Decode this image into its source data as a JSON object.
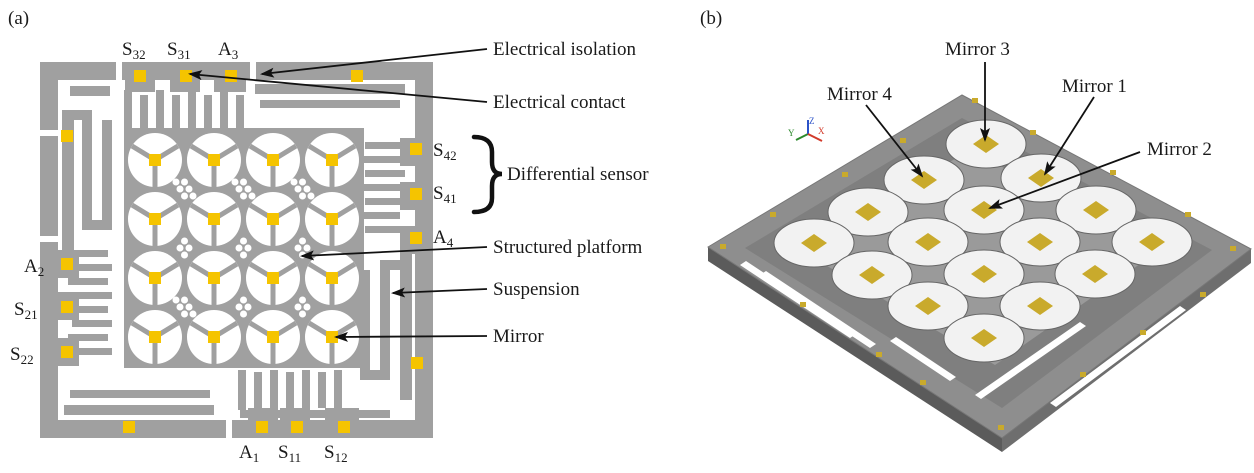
{
  "panel_a": {
    "caption": "(a)",
    "pads": {
      "S32": {
        "main": "S",
        "sub": "32"
      },
      "S31": {
        "main": "S",
        "sub": "31"
      },
      "A3": {
        "main": "A",
        "sub": "3"
      },
      "S42": {
        "main": "S",
        "sub": "42"
      },
      "S41": {
        "main": "S",
        "sub": "41"
      },
      "A4": {
        "main": "A",
        "sub": "4"
      },
      "A2": {
        "main": "A",
        "sub": "2"
      },
      "S21": {
        "main": "S",
        "sub": "21"
      },
      "S22": {
        "main": "S",
        "sub": "22"
      },
      "A1": {
        "main": "A",
        "sub": "1"
      },
      "S11": {
        "main": "S",
        "sub": "11"
      },
      "S12": {
        "main": "S",
        "sub": "12"
      }
    },
    "annotations": {
      "electrical_isolation": "Electrical isolation",
      "electrical_contact": "Electrical contact",
      "differential_sensor": "Differential sensor",
      "structured_platform": "Structured platform",
      "suspension": "Suspension",
      "mirror": "Mirror"
    },
    "colors": {
      "silicon": "#a0a0a0",
      "gold": "#f5c400",
      "mirror_face": "#ffffff"
    }
  },
  "panel_b": {
    "caption": "(b)",
    "annotations": {
      "mirror_1": "Mirror 1",
      "mirror_2": "Mirror 2",
      "mirror_3": "Mirror 3",
      "mirror_4": "Mirror 4"
    },
    "axis_labels": {
      "x": "X",
      "y": "Y",
      "z": "Z"
    },
    "colors": {
      "top": "#8e8e8e",
      "side_left": "#5b5b5b",
      "side_right": "#6e6e6e",
      "gold": "#c9aa2c",
      "axis_x": "#d23a2a",
      "axis_y": "#2c8a2c",
      "axis_z": "#2b52c8"
    }
  }
}
